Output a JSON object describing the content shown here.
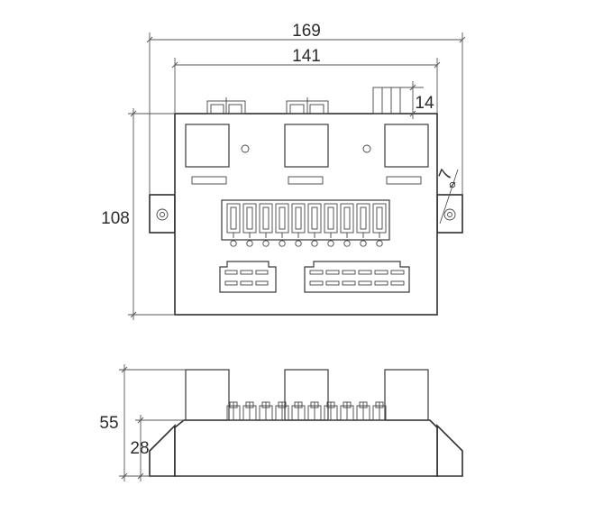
{
  "drawing": {
    "dimensions": {
      "overall_width": "169",
      "body_width": "141",
      "top_clip_height": "14",
      "hole_diameter": "7",
      "body_height": "108",
      "side_total_height": "55",
      "side_base_height": "28"
    },
    "fuse_count": 10,
    "colors": {
      "line": "#2e2e2e",
      "background": "#ffffff"
    }
  }
}
